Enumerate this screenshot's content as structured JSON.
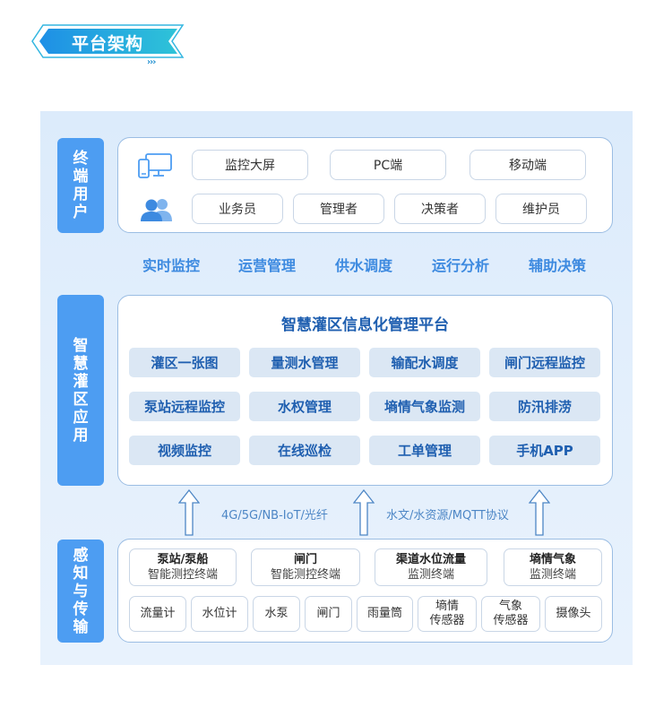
{
  "header": {
    "title": "平台架构",
    "chevrons": "›››"
  },
  "layers": {
    "terminal": {
      "label": "终端用户",
      "screens": [
        "监控大屏",
        "PC端",
        "移动端"
      ],
      "roles": [
        "业务员",
        "管理者",
        "决策者",
        "维护员"
      ]
    },
    "functions": [
      "实时监控",
      "运营管理",
      "供水调度",
      "运行分析",
      "辅助决策"
    ],
    "application": {
      "label": "智慧灌区应用",
      "platform_title": "智慧灌区信息化管理平台",
      "modules": [
        "灌区一张图",
        "量测水管理",
        "输配水调度",
        "闸门远程监控",
        "泵站远程监控",
        "水权管理",
        "墒情气象监测",
        "防汛排涝",
        "视频监控",
        "在线巡检",
        "工单管理",
        "手机APP"
      ]
    },
    "protocols": [
      "4G/5G/NB-IoT/光纤",
      "水文/水资源/MQTT协议"
    ],
    "sensing": {
      "label": "感知与传输",
      "terminals": [
        {
          "name": "泵站/泵船",
          "desc": "智能测控终端"
        },
        {
          "name": "闸门",
          "desc": "智能测控终端"
        },
        {
          "name": "渠道水位流量",
          "desc": "监测终端"
        },
        {
          "name": "墒情气象",
          "desc": "监测终端"
        }
      ],
      "devices": [
        {
          "l1": "流量计"
        },
        {
          "l1": "水位计"
        },
        {
          "l1": "水泵"
        },
        {
          "l1": "闸门"
        },
        {
          "l1": "雨量筒"
        },
        {
          "l1": "墒情",
          "l2": "传感器"
        },
        {
          "l1": "气象",
          "l2": "传感器"
        },
        {
          "l1": "摄像头"
        }
      ]
    }
  },
  "colors": {
    "accent": "#4d9df2",
    "title_blue": "#1f5fb0",
    "module_bg": "#dbe7f4",
    "panel_bg": "#dcebfb"
  }
}
